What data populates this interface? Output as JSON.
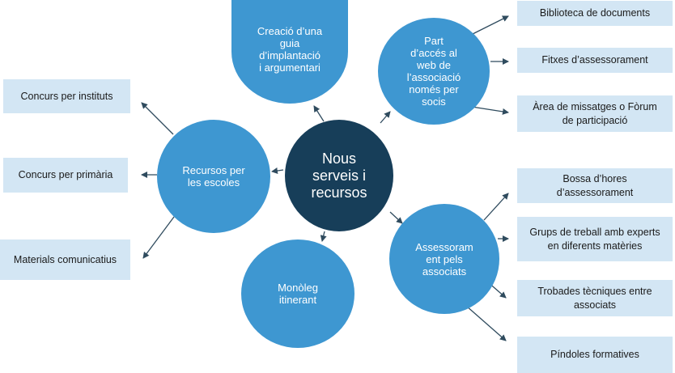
{
  "colors": {
    "center_circle": "#173e59",
    "circles": "#3e97d1",
    "boxes": "#d3e6f4",
    "arrows": "#2f4b5e"
  },
  "center": {
    "label": "Nous\nserveis i\nrecursos"
  },
  "circles": {
    "guia": "Creació d’una\nguia\nd’implantació\ni argumentari",
    "web": "Part\nd’accés al\nweb de\nl’associació\nnomés per\nsocis",
    "escoles": "Recursos per\nles escoles",
    "assessorament": "Assessoram\nent pels\nassociats",
    "monoleg": "Monòleg\nitinerant"
  },
  "boxes": {
    "biblioteca": "Biblioteca de documents",
    "fitxes": "Fitxes  d’assessorament",
    "area": "Àrea de missatges o Fòrum\nde participació",
    "instituts": "Concurs per instituts",
    "primaria": "Concurs per primària",
    "materials": "Materials comunicatius",
    "bossa": "Bossa d’hores\nd’assessorament",
    "grups": "Grups de treball amb experts\nen diferents matèries",
    "trobades": "Trobades tècniques entre\nassociats",
    "pindoles": "Píndoles formatives"
  }
}
